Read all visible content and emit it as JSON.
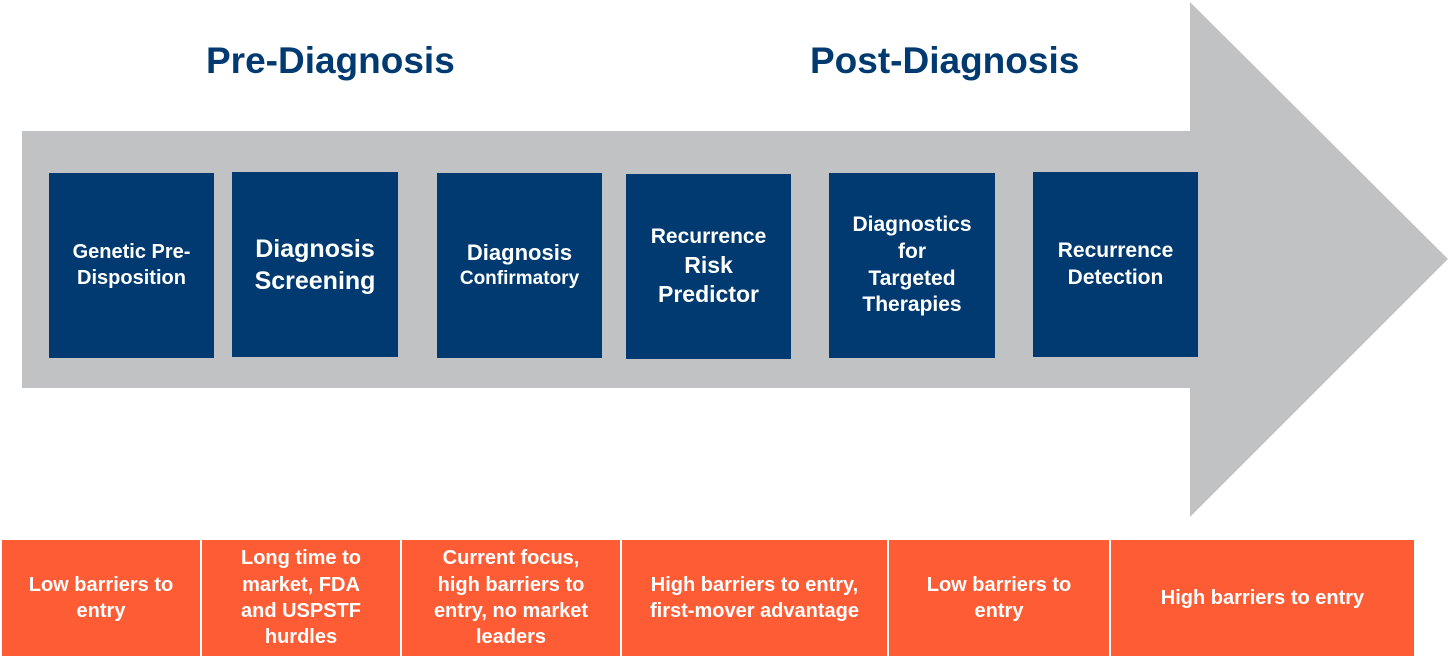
{
  "phases": {
    "pre": "Pre-Diagnosis",
    "post": "Post-Diagnosis"
  },
  "stages": [
    {
      "lines": [
        "Genetic Pre-",
        "Disposition"
      ]
    },
    {
      "lines": [
        "Diagnosis",
        "Screening"
      ]
    },
    {
      "lines": [
        "Diagnosis",
        "Confirmatory"
      ]
    },
    {
      "lines": [
        "Recurrence",
        "Risk",
        "Predictor"
      ]
    },
    {
      "lines": [
        "Diagnostics",
        "for",
        "Targeted",
        "Therapies"
      ]
    },
    {
      "lines": [
        "Recurrence",
        "Detection"
      ]
    }
  ],
  "barriers": [
    {
      "lines": [
        "Low barriers to",
        "entry"
      ]
    },
    {
      "lines": [
        "Long time to",
        "market, FDA",
        "and USPSTF",
        "hurdles"
      ]
    },
    {
      "lines": [
        "Current focus,",
        "high barriers to",
        "entry, no market",
        "leaders"
      ]
    },
    {
      "lines": [
        "High barriers to entry,",
        "first-mover advantage"
      ]
    },
    {
      "lines": [
        "Low barriers to",
        "entry"
      ]
    },
    {
      "lines": [
        "High barriers to entry"
      ]
    }
  ],
  "colors": {
    "arrow": "#c0c2c4",
    "box": "#003a70",
    "heading": "#003a70",
    "barrier": "#fd5c35",
    "divider": "#ffffff"
  }
}
